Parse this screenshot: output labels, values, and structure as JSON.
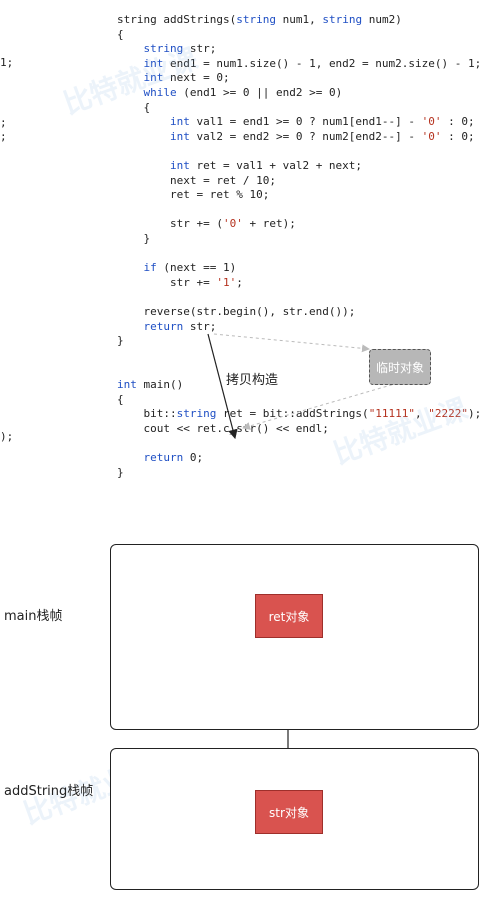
{
  "code_lines": [
    [
      {
        "t": "string addStrings("
      },
      {
        "t": "string",
        "c": "kw"
      },
      {
        "t": " num1, "
      },
      {
        "t": "string",
        "c": "kw"
      },
      {
        "t": " num2)"
      }
    ],
    [
      {
        "t": "{"
      }
    ],
    [
      {
        "t": "    "
      },
      {
        "t": "string",
        "c": "kw"
      },
      {
        "t": " str;"
      }
    ],
    [
      {
        "t": "    "
      },
      {
        "t": "int",
        "c": "kw"
      },
      {
        "t": " end1 = num1.size() - 1, end2 = num2.size() - 1;"
      }
    ],
    [
      {
        "t": "    "
      },
      {
        "t": "int",
        "c": "kw"
      },
      {
        "t": " next = 0;"
      }
    ],
    [
      {
        "t": "    "
      },
      {
        "t": "while",
        "c": "kw"
      },
      {
        "t": " (end1 >= 0 || end2 >= 0)"
      }
    ],
    [
      {
        "t": "    {"
      }
    ],
    [
      {
        "t": "        "
      },
      {
        "t": "int",
        "c": "kw"
      },
      {
        "t": " val1 = end1 >= 0 ? num1[end1--] - "
      },
      {
        "t": "'0'",
        "c": "str"
      },
      {
        "t": " : 0;"
      }
    ],
    [
      {
        "t": "        "
      },
      {
        "t": "int",
        "c": "kw"
      },
      {
        "t": " val2 = end2 >= 0 ? num2[end2--] - "
      },
      {
        "t": "'0'",
        "c": "str"
      },
      {
        "t": " : 0;"
      }
    ],
    [],
    [
      {
        "t": "        "
      },
      {
        "t": "int",
        "c": "kw"
      },
      {
        "t": " ret = val1 + val2 + next;"
      }
    ],
    [
      {
        "t": "        next = ret / 10;"
      }
    ],
    [
      {
        "t": "        ret = ret % 10;"
      }
    ],
    [],
    [
      {
        "t": "        str += ("
      },
      {
        "t": "'0'",
        "c": "str"
      },
      {
        "t": " + ret);"
      }
    ],
    [
      {
        "t": "    }"
      }
    ],
    [],
    [
      {
        "t": "    "
      },
      {
        "t": "if",
        "c": "kw"
      },
      {
        "t": " (next == 1)"
      }
    ],
    [
      {
        "t": "        str += "
      },
      {
        "t": "'1'",
        "c": "str"
      },
      {
        "t": ";"
      }
    ],
    [],
    [
      {
        "t": "    reverse(str.begin(), str.end());"
      }
    ],
    [
      {
        "t": "    "
      },
      {
        "t": "return",
        "c": "kw"
      },
      {
        "t": " str;"
      }
    ],
    [
      {
        "t": "}"
      }
    ],
    [],
    [],
    [
      {
        "t": "int",
        "c": "kw"
      },
      {
        "t": " main()"
      }
    ],
    [
      {
        "t": "{"
      }
    ],
    [
      {
        "t": "    bit::"
      },
      {
        "t": "string",
        "c": "kw"
      },
      {
        "t": " ret = bit::addStrings("
      },
      {
        "t": "\"11111\"",
        "c": "str"
      },
      {
        "t": ", "
      },
      {
        "t": "\"2222\"",
        "c": "str"
      },
      {
        "t": ");"
      }
    ],
    [
      {
        "t": "    cout << ret.c_str() << endl;"
      }
    ],
    [],
    [
      {
        "t": "    "
      },
      {
        "t": "return",
        "c": "kw"
      },
      {
        "t": " 0;"
      }
    ],
    [
      {
        "t": "}"
      }
    ]
  ],
  "left_fragments": {
    "a": "1;",
    "b": ";",
    "c": ";",
    "d": ");"
  },
  "diagram": {
    "copy_label": "拷贝构造",
    "temp_object": "临时对象",
    "main_frame_label": "main栈帧",
    "add_frame_label": "addString栈帧",
    "ret_object": "ret对象",
    "str_object": "str对象"
  },
  "watermark": "比特就业课"
}
